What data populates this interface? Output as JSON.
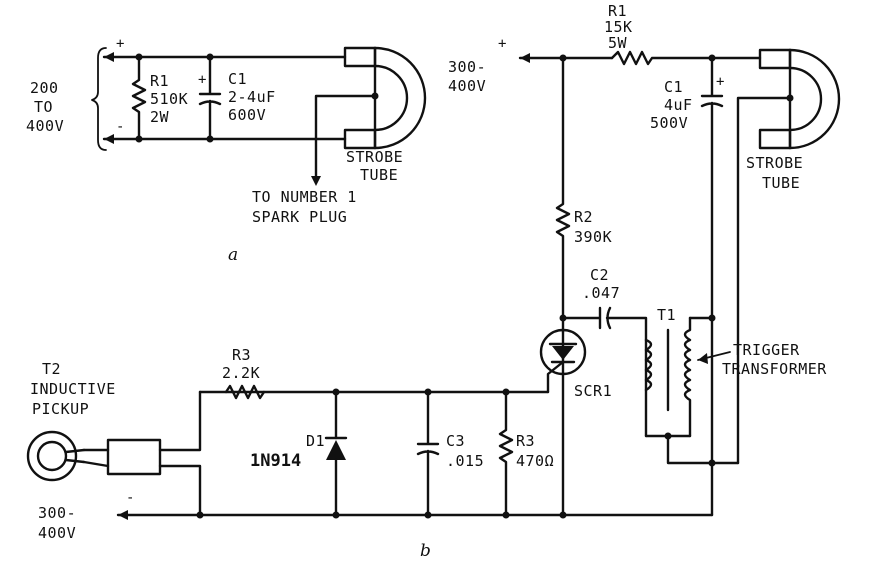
{
  "circuit_a": {
    "supply": {
      "line1": "200",
      "line2": "TO",
      "line3": "400V",
      "plus": "+",
      "minus": "-"
    },
    "r1": {
      "name": "R1",
      "value": "510K",
      "power": "2W"
    },
    "c1": {
      "name": "C1",
      "value": "2-4uF",
      "voltage": "600V",
      "plus": "+"
    },
    "strobe": {
      "line1": "STROBE",
      "line2": "TUBE"
    },
    "plug": {
      "line1": "TO NUMBER 1",
      "line2": "SPARK PLUG"
    },
    "caption": "a"
  },
  "circuit_b": {
    "supply_top": {
      "line1": "300-",
      "line2": "400V",
      "plus": "+"
    },
    "supply_bottom": {
      "line1": "300-",
      "line2": "400V",
      "minus": "-"
    },
    "r1": {
      "name": "R1",
      "value": "15K",
      "power": "5W"
    },
    "c1": {
      "name": "C1",
      "value": "4uF",
      "voltage": "500V",
      "plus": "+"
    },
    "strobe": {
      "line1": "STROBE",
      "line2": "TUBE"
    },
    "r2": {
      "name": "R2",
      "value": "390K"
    },
    "c2": {
      "name": "C2",
      "value": ".047"
    },
    "t1": {
      "name": "T1"
    },
    "trigger": {
      "line1": "TRIGGER",
      "line2": "TRANSFORMER"
    },
    "scr": {
      "name": "SCR1"
    },
    "r3a": {
      "name": "R3",
      "value": "2.2K"
    },
    "t2": {
      "line1": "T2",
      "line2": "INDUCTIVE",
      "line3": "PICKUP"
    },
    "d1": {
      "name": "D1",
      "value": "1N914"
    },
    "c3": {
      "name": "C3",
      "value": ".015"
    },
    "r3b": {
      "name": "R3",
      "value": "470Ω"
    },
    "caption": "b"
  }
}
